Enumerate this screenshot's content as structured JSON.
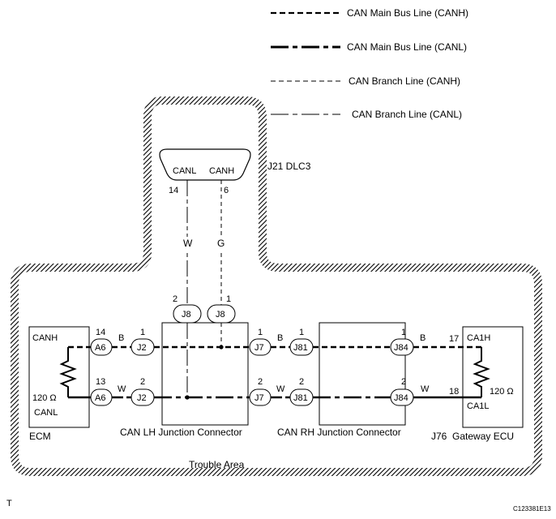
{
  "legend": {
    "items": [
      {
        "label": "CAN Main Bus Line (CANH)"
      },
      {
        "label": "CAN Main Bus Line (CANL)"
      },
      {
        "label": "CAN Branch Line (CANH)"
      },
      {
        "label": "CAN Branch Line (CANL)"
      }
    ]
  },
  "dlc": {
    "name": "J21 DLC3",
    "pin_canl_label": "CANL",
    "pin_canh_label": "CANH",
    "pin_canl_no": "14",
    "pin_canh_no": "6",
    "wire_canl_color": "W",
    "wire_canh_color": "G"
  },
  "ecm": {
    "name": "ECM",
    "canh_label": "CANH",
    "canl_label": "CANL",
    "resistor": "120 Ω",
    "canh_pin": "14",
    "canl_pin": "13",
    "connector": "A6"
  },
  "lh_junction": {
    "name": "CAN LH Junction Connector",
    "connector": "J2",
    "canh_pin": "1",
    "canl_pin": "2",
    "dlc_connector": "J8",
    "dlc_canl_pin": "2",
    "dlc_canh_pin": "1"
  },
  "rh_junction": {
    "name": "CAN RH Junction Connector",
    "left_connector": "J7",
    "mid_connector": "J81",
    "right_connector": "J84",
    "canh_pin": "1",
    "canl_pin": "2"
  },
  "gateway": {
    "name": "J76  Gateway ECU",
    "ca1h_label": "CA1H",
    "ca1l_label": "CA1L",
    "resistor": "120 Ω",
    "canh_pin": "17",
    "canl_pin": "18"
  },
  "wire_colors": {
    "canh": "B",
    "canl": "W"
  },
  "trouble_area": "Trouble Area",
  "footer": {
    "left_mark": "T",
    "figure_id": "C123381E13"
  }
}
